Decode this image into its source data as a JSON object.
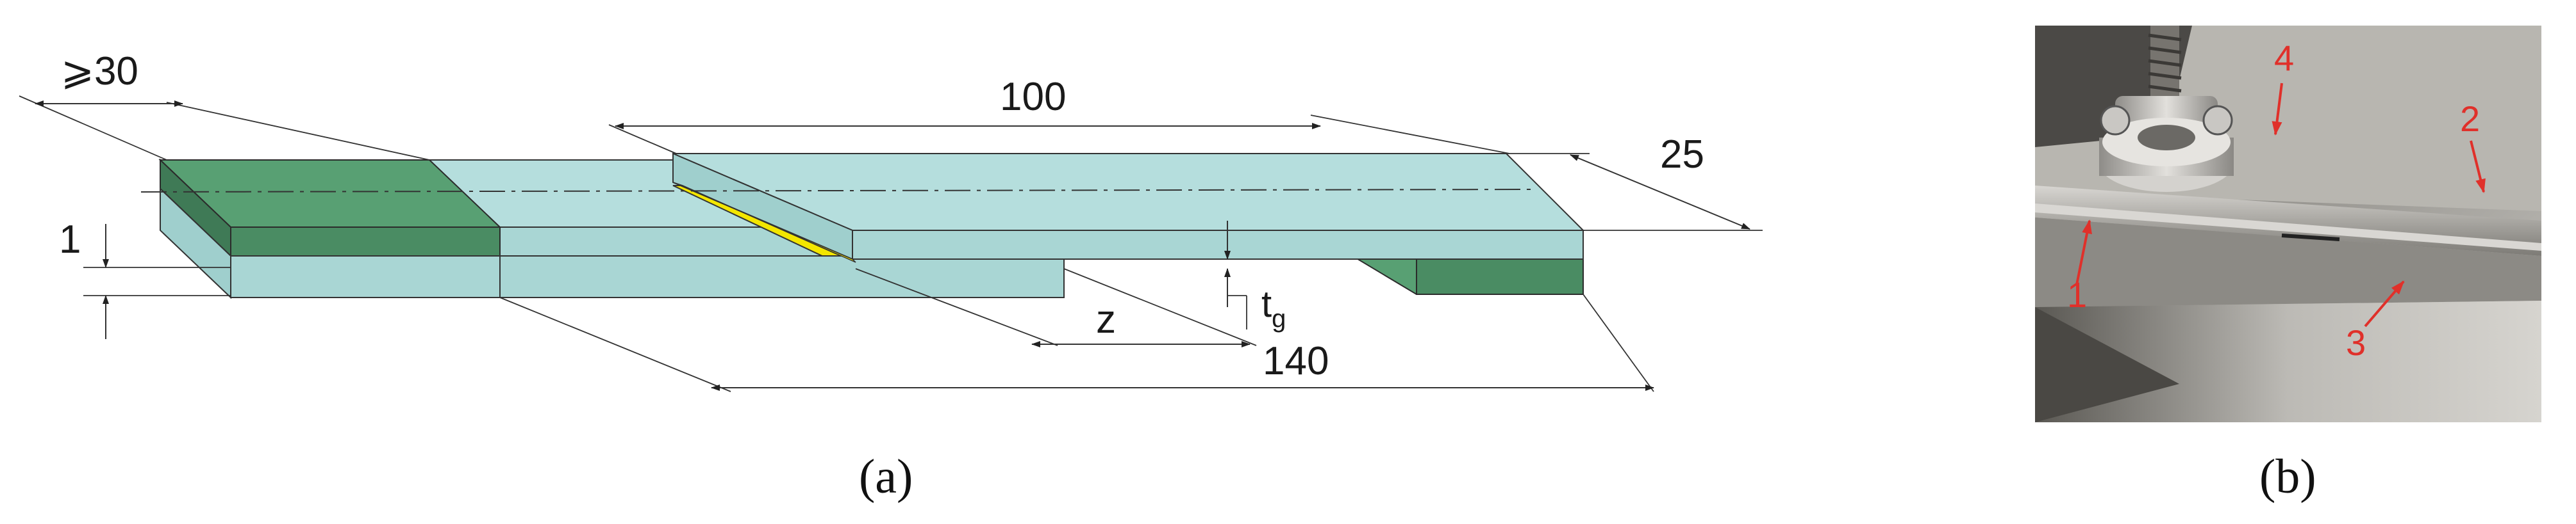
{
  "panel_a": {
    "dimensions": {
      "overlap_min": "⩾30",
      "upper_length": "100",
      "width": "25",
      "thickness": "1",
      "gap_label": "z",
      "total_length": "140",
      "glue_thickness_main": "t",
      "glue_thickness_sub": "g"
    },
    "caption": "(a)"
  },
  "panel_b": {
    "labels": [
      "1",
      "2",
      "3",
      "4"
    ],
    "caption": "(b)"
  },
  "colors": {
    "plate": "#b5dedd",
    "tab": "#4a8c63",
    "adhesive": "#f3e600",
    "arrow": "#e0302a"
  }
}
